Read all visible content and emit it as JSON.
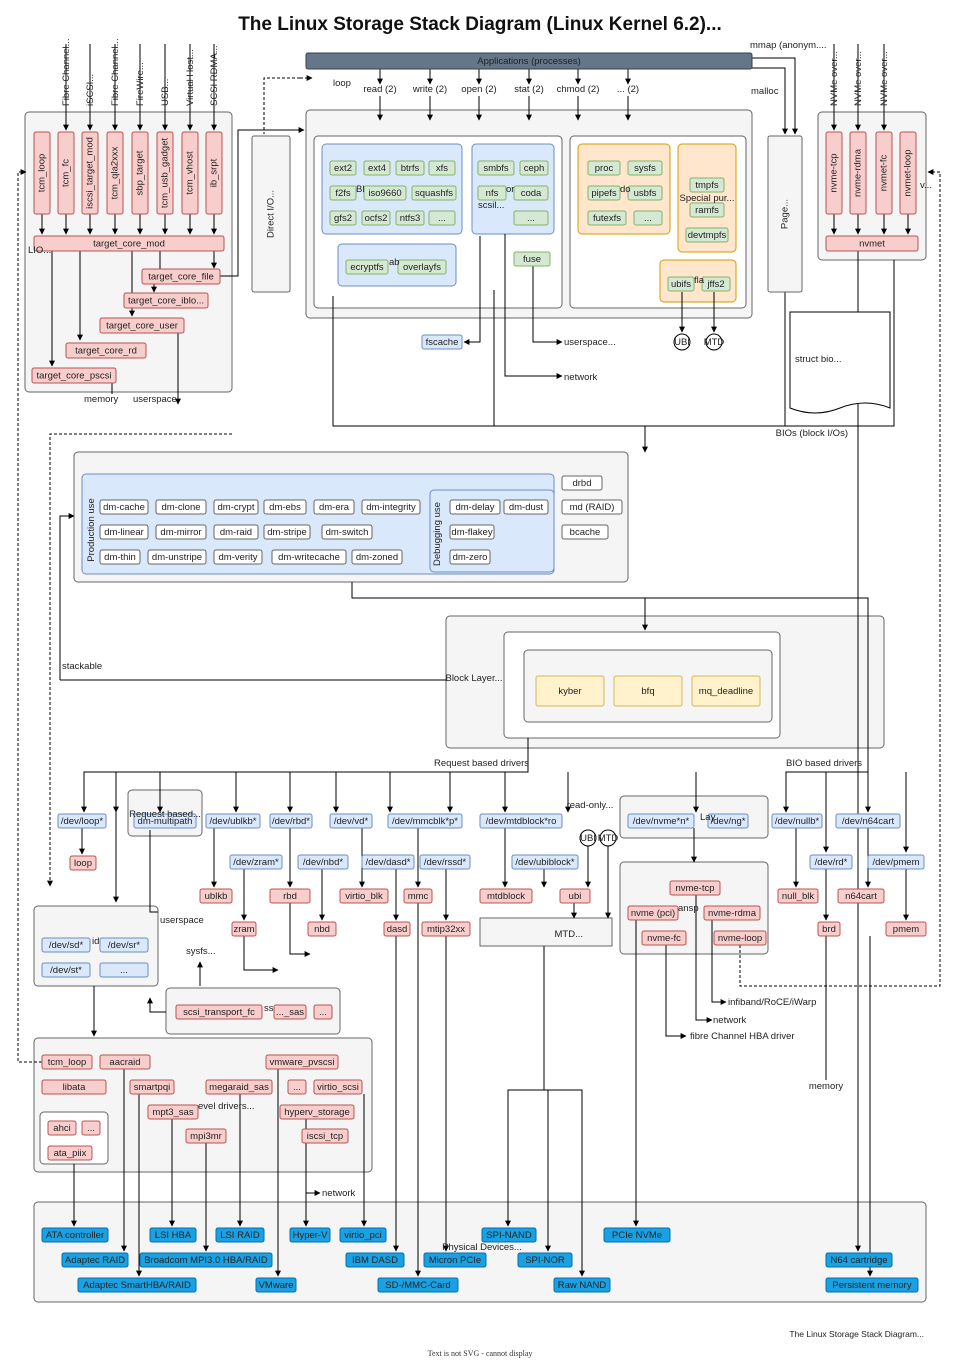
{
  "title": "The Linux Storage Stack Diagram (Linux Kernel 6.2)...",
  "footer_credit": "The Linux Storage Stack Diagram...",
  "footer_note": "Text is not SVG - cannot display",
  "colors": {
    "red_fill": "#f8cecc",
    "red_stroke": "#b85450",
    "blue_fill": "#dae8fc",
    "blue_stroke": "#6c8ebf",
    "green_fill": "#d5e8d4",
    "green_stroke": "#82b366",
    "yellow_fill": "#fff2cc",
    "yellow_stroke": "#d6b656",
    "orange_fill": "#ffe6cc",
    "orange_stroke": "#d79b00",
    "azure_fill": "#1ba1e2",
    "gray_fill": "#f5f5f5",
    "gray_stroke": "#666666",
    "bar_fill": "#647687"
  },
  "apps_bar": "Applications (processes)",
  "syscalls": [
    "read (2)",
    "write (2)",
    "open (2)",
    "stat (2)",
    "chmod (2)",
    "... (2)"
  ],
  "mmap": "mmap (anonym....",
  "malloc": "malloc",
  "loop_top": "loop",
  "lio": {
    "transports": [
      "Fibre Channel...",
      "iSCSI...",
      "Fibre Channel...",
      "FireWire...",
      "USB...",
      "Virtual Host...",
      "SCSI RDMA..."
    ],
    "fabric_modules": [
      "tcm_loop",
      "tcm_fc",
      "iscsi_target_mod",
      "tcm_qla2xxx",
      "sbp_target",
      "tcm_usb_gadget",
      "tcm_vhost",
      "ib_srpt"
    ],
    "core": "target_core_mod",
    "lio_label": "LIO...",
    "backends": [
      "target_core_file",
      "target_core_iblo...",
      "target_core_user",
      "target_core_rd",
      "target_core_pscsi"
    ],
    "memory": "memory",
    "userspace": "userspace"
  },
  "direct_io": "Direct I/O...",
  "page_cache": "Page...",
  "vfs": {
    "block_fs": [
      "ext2",
      "ext4",
      "btrfs",
      "xfs",
      "f2fs",
      "iso9660",
      "squashfs",
      "gfs2",
      "ocfs2",
      "ntfs3",
      "..."
    ],
    "block_fs_partial": "Bl",
    "stacked_fs": [
      "ecryptfs",
      "overlayfs"
    ],
    "stacked_partial": "ab",
    "network_fs": [
      "smbfs",
      "ceph",
      "nfs",
      "coda",
      "..."
    ],
    "network_partial": "or",
    "scsil": "scsil...",
    "fuse": "fuse",
    "pseudo_fs": [
      "proc",
      "sysfs",
      "pipefs",
      "usbfs",
      "futexfs",
      "..."
    ],
    "pseudo_partial": "do",
    "special_fs": [
      "tmpfs",
      "ramfs",
      "devtmpfs"
    ],
    "special_label": "Special pur...",
    "flash_fs": [
      "ubifs",
      "jffs2"
    ],
    "flash_partial": "fla",
    "ubi": "UBI",
    "mtd": "MTD",
    "fscache": "fscache",
    "userspace": "userspace...",
    "network": "network"
  },
  "nvme_target": {
    "transports": [
      "NVMe over...",
      "NVMe over...",
      "NVMe over..."
    ],
    "modules": [
      "nvme-tcp",
      "nvme-rdma",
      "nvmet-fc",
      "nvmet-loop"
    ],
    "core": "nvmet",
    "partial": "v..."
  },
  "struct_bio": "struct bio...",
  "bios_label": "BIOs (block I/Os)",
  "dm": {
    "production_label": "Production use",
    "debugging_label": "Debugging use",
    "production": [
      "dm-cache",
      "dm-clone",
      "dm-crypt",
      "dm-ebs",
      "dm-era",
      "dm-integrity",
      "dm-linear",
      "dm-mirror",
      "dm-raid",
      "dm-stripe",
      "dm-switch",
      "dm-thin",
      "dm-unstripe",
      "dm-verity",
      "dm-writecache",
      "dm-zoned"
    ],
    "debugging": [
      "dm-delay",
      "dm-dust",
      "dm-flakey",
      "dm-zero"
    ],
    "other": [
      "drbd",
      "md (RAID)",
      "bcache"
    ]
  },
  "stackable": "stackable",
  "block_layer": {
    "label": "Block Layer...",
    "schedulers": [
      "kyber",
      "bfq",
      "mq_deadline"
    ]
  },
  "request_drivers_label": "Request based drivers",
  "bio_drivers_label": "BIO based drivers",
  "devnodes": {
    "loop": "/dev/loop*",
    "request_based": "Request based...",
    "multipath": "dm-multipath",
    "ublkb": "/dev/ublkb*",
    "rbd": "/dev/rbd*",
    "vd": "/dev/vd*",
    "mmcblk": "/dev/mmcblk*p*",
    "mtdblock": "/dev/mtdblock*ro",
    "read_only": "read-only...",
    "nvme": "/dev/nvme*n*",
    "nvme_partial": "Lay",
    "ng": "/dev/ng*",
    "nullb": "/dev/nullb*",
    "n64cart": "/dev/n64cart",
    "zram": "/dev/zram*",
    "nbd": "/dev/nbd*",
    "dasd": "/dev/dasd*",
    "rssd": "/dev/rssd*",
    "ubiblock": "/dev/ubiblock*",
    "rd": "/dev/rd*",
    "pmem": "/dev/pmem"
  },
  "drivers": {
    "loop": "loop",
    "ublkb": "ublkb",
    "zram": "zram",
    "rbd": "rbd",
    "nbd": "nbd",
    "virtio_blk": "virtio_blk",
    "mmc": "mmc",
    "dasd": "dasd",
    "mtip32xx": "mtip32xx",
    "mtdblock": "mtdblock",
    "ubi": "ubi",
    "ubi_circle": "UBI",
    "mtd_circle": "MTD",
    "mtd_box": "MTD...",
    "null_blk": "null_blk",
    "n64cart": "n64cart",
    "brd": "brd",
    "pmem": "pmem"
  },
  "nvme_host": {
    "modules": [
      "nvme-tcp",
      "nvme (pci)",
      "nvme-rdma",
      "nvme-fc",
      "nvme-loop"
    ],
    "partial": "ansp"
  },
  "scsi_upper": {
    "nodes": [
      "/dev/sd*",
      "/dev/sr*",
      "/dev/st*",
      "..."
    ],
    "partial": "id",
    "userspace": "userspace",
    "sysfs": "sysfs...",
    "network": "network",
    "memory": "memory"
  },
  "scsi_transport": [
    "scsi_transport_fc",
    "..._sas",
    "..."
  ],
  "scsi_partial": "ss",
  "scsi_low": {
    "drivers": [
      "tcm_loop",
      "aacraid",
      "vmware_pvscsi",
      "libata",
      "smartpqi",
      "megaraid_sas",
      "...",
      "virtio_scsi",
      "mpt3_sas",
      "hyperv_storage",
      "mpi3mr",
      "iscsi_tcp",
      "ahci",
      "...",
      "ata_piix"
    ],
    "level_label": "evel drivers...",
    "network": "network"
  },
  "nvme_links": [
    "infiband/RoCE/iWarp",
    "network",
    "fibre Channel HBA driver"
  ],
  "memory_right": "memory",
  "hardware": {
    "label": "Physical Devices...",
    "items": [
      "ATA controller",
      "Adaptec RAID",
      "Adaptec SmartHBA/RAID",
      "LSI HBA",
      "Broadcom MPI3.0 HBA/RAID",
      "LSI RAID",
      "Hyper-V",
      "VMware",
      "virtio_pci",
      "IBM DASD",
      "SD-/MMC-Card",
      "Micron PCIe",
      "SPI-NAND",
      "SPI-NOR",
      "Raw NAND",
      "PCIe NVMe",
      "N64 cartridge",
      "Persistent memory"
    ]
  }
}
